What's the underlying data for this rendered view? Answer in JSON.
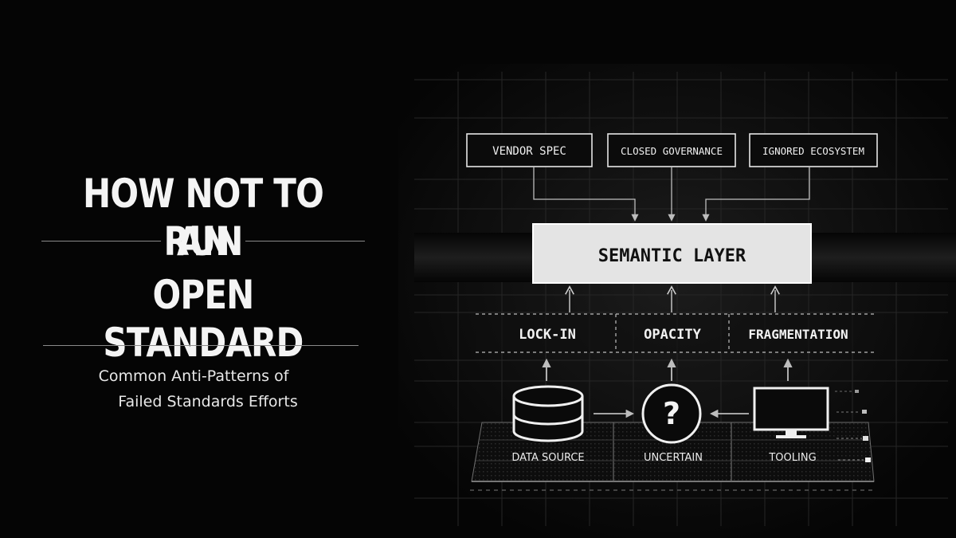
{
  "title": {
    "line1": "HOW NOT TO RUN",
    "line2": "AN",
    "line3": "OPEN STANDARD"
  },
  "subtitle": {
    "line1": "Common Anti-Patterns of",
    "line2": "Failed Standards Efforts"
  },
  "diagram": {
    "top_boxes": [
      "VENDOR SPEC",
      "CLOSED GOVERNANCE",
      "IGNORED ECOSYSTEM"
    ],
    "center_box": "SEMANTIC LAYER",
    "middle_labels": [
      "LOCK-IN",
      "OPACITY",
      "FRAGMENTATION"
    ],
    "bottom_labels": [
      "DATA SOURCE",
      "UNCERTAIN",
      "TOOLING"
    ],
    "uncertain_symbol": "?"
  },
  "colors": {
    "background": "#050505",
    "foreground": "#f2f2f2",
    "center_box_fill": "#e6e6e6",
    "grid": "#2a2a2a"
  },
  "icons": [
    "database-icon",
    "question-circle-icon",
    "monitor-icon"
  ]
}
